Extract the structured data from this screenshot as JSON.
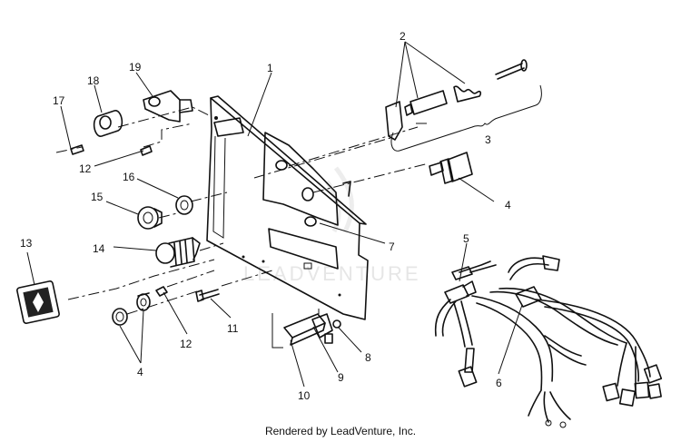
{
  "callouts": {
    "c1": "1",
    "c2": "2",
    "c3": "3",
    "c4a": "4",
    "c4b": "4",
    "c5": "5",
    "c6": "6",
    "c7": "7",
    "c8": "8",
    "c9": "9",
    "c10": "10",
    "c11": "11",
    "c12a": "12",
    "c12b": "12",
    "c13": "13",
    "c14": "14",
    "c15": "15",
    "c16": "16",
    "c17": "17",
    "c18": "18",
    "c19": "19"
  },
  "watermark": "LEADVENTURE",
  "credit": "Rendered by LeadVenture, Inc."
}
